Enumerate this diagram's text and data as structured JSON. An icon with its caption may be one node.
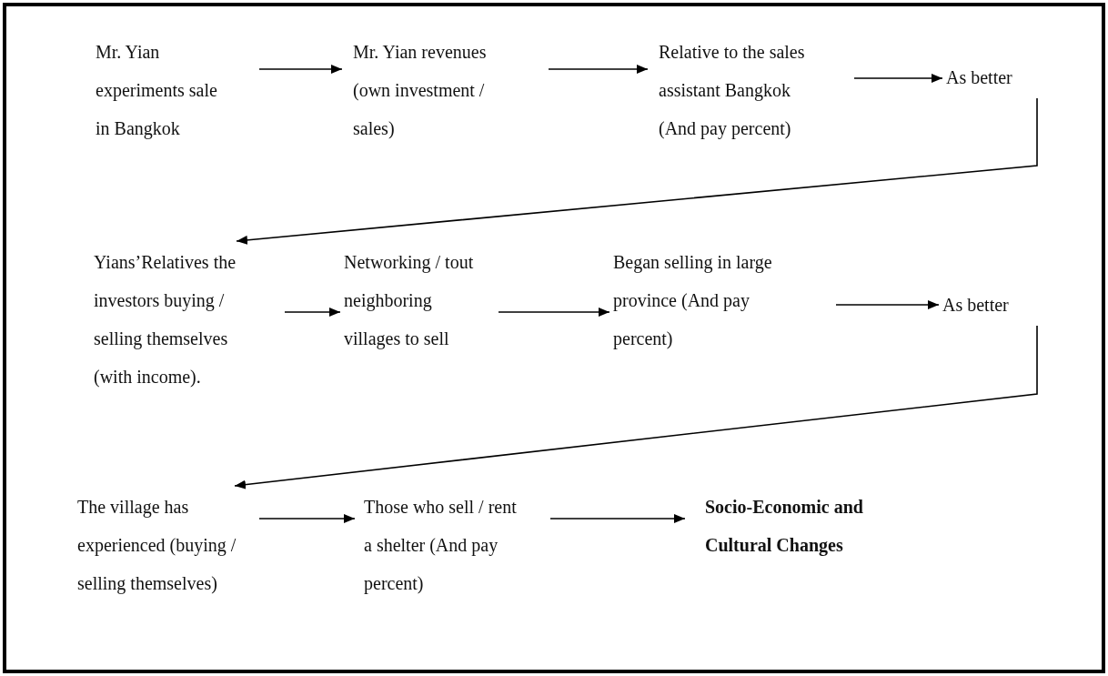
{
  "diagram": {
    "nodes": [
      {
        "text": [
          "Mr. Yian experiments sale in Bangkok"
        ]
      },
      {
        "text": [
          "Mr. Yian revenues (own investment / sales)"
        ]
      },
      {
        "text": [
          "Relative to the sales assistant Bangkok (And pay percent)"
        ]
      },
      {
        "text": [
          "As better"
        ]
      },
      {
        "text": [
          "Yians’Relatives the investors buying / selling themselves (with income)."
        ]
      },
      {
        "text": [
          "Networking / tout neighboring villages to sell"
        ]
      },
      {
        "text": [
          "Began selling in large province (And pay percent)"
        ]
      },
      {
        "text": [
          "As better"
        ]
      },
      {
        "text": [
          "The village has experienced (buying / selling themselves)"
        ]
      },
      {
        "text": [
          "Those who sell / rent a shelter (And pay percent)"
        ]
      },
      {
        "text": [
          "Socio-Economic and Cultural Changes"
        ]
      }
    ],
    "edges": [
      {
        "from": 0,
        "to": 1,
        "arrow": "to"
      },
      {
        "from": 1,
        "to": 2,
        "arrow": "to"
      },
      {
        "from": 2,
        "to": 3,
        "arrow": "to"
      },
      {
        "from": 3,
        "to": 4,
        "arrow": "to"
      },
      {
        "from": 4,
        "to": 5,
        "arrow": "to"
      },
      {
        "from": 5,
        "to": 6,
        "arrow": "to"
      },
      {
        "from": 6,
        "to": 7,
        "arrow": "to"
      },
      {
        "from": 7,
        "to": 8,
        "arrow": "to"
      },
      {
        "from": 8,
        "to": 9,
        "arrow": "to"
      },
      {
        "from": 9,
        "to": 10,
        "arrow": "to"
      }
    ]
  }
}
